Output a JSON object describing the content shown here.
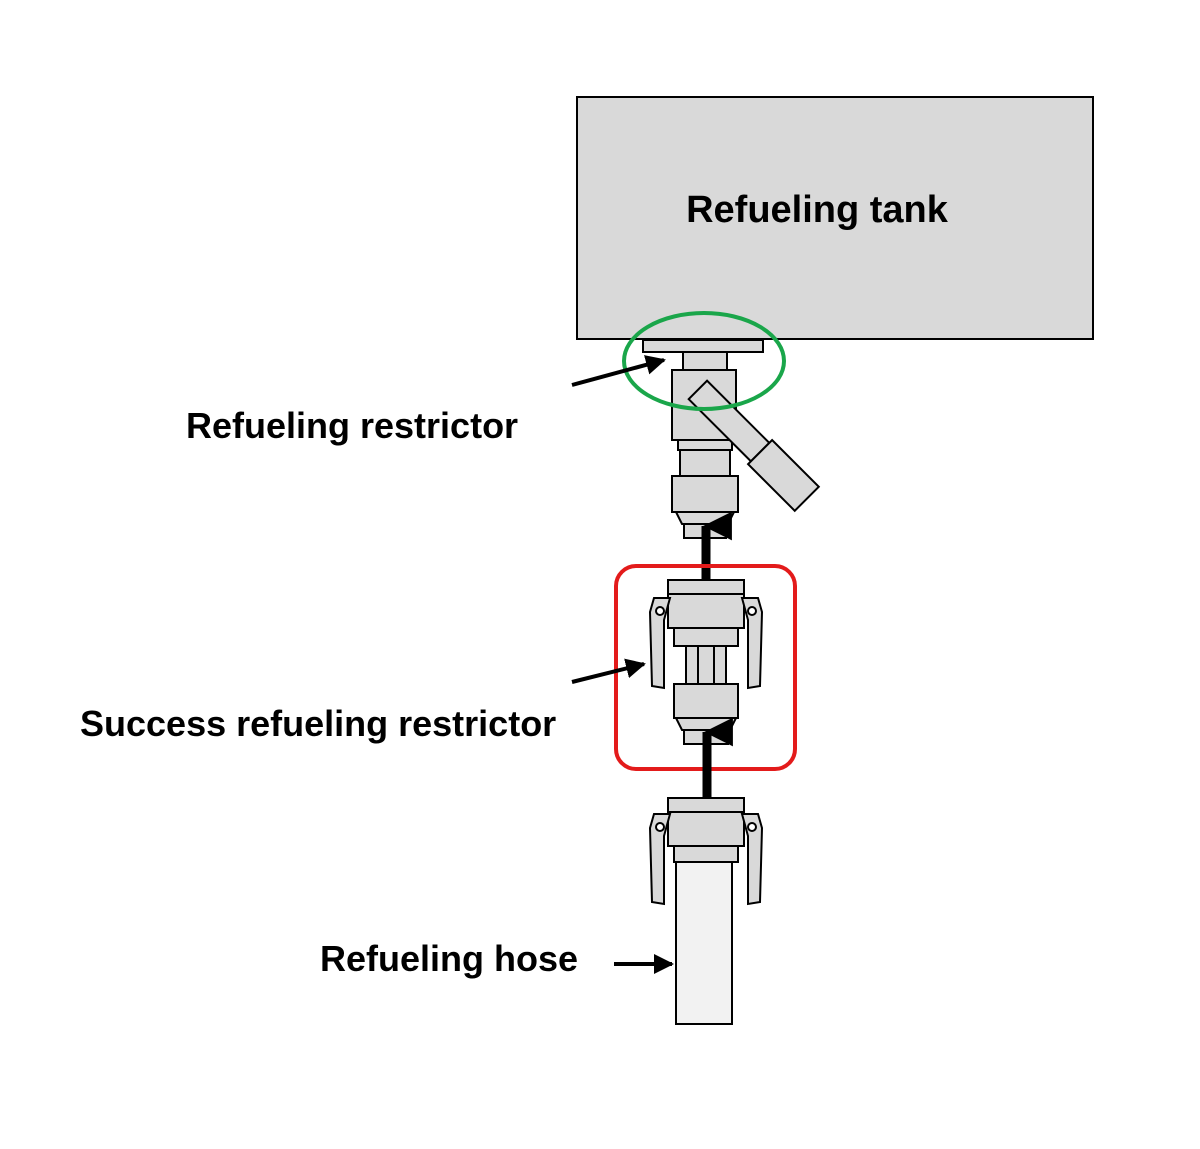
{
  "labels": {
    "tank": "Refueling tank",
    "restrictor": "Refueling restrictor",
    "success_restrictor": "Success refueling restrictor",
    "hose": "Refueling hose"
  },
  "colors": {
    "tank_fill": "#d9d9d9",
    "part_fill": "#d9d9d9",
    "hose_fill": "#f2f2f2",
    "outline": "#000000",
    "green_highlight": "#1aa64a",
    "red_highlight": "#e31b1b"
  }
}
